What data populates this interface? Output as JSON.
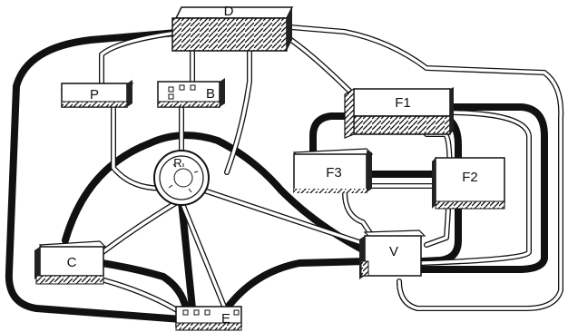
{
  "nodes": {
    "D": "D",
    "P": "P",
    "B": "B",
    "F1": "F1",
    "F3": "F3",
    "F2": "F2",
    "R": "R",
    "C": "C",
    "V": "V",
    "E": "E"
  },
  "colors": {
    "ink": "#111111",
    "paper": "#ffffff"
  }
}
